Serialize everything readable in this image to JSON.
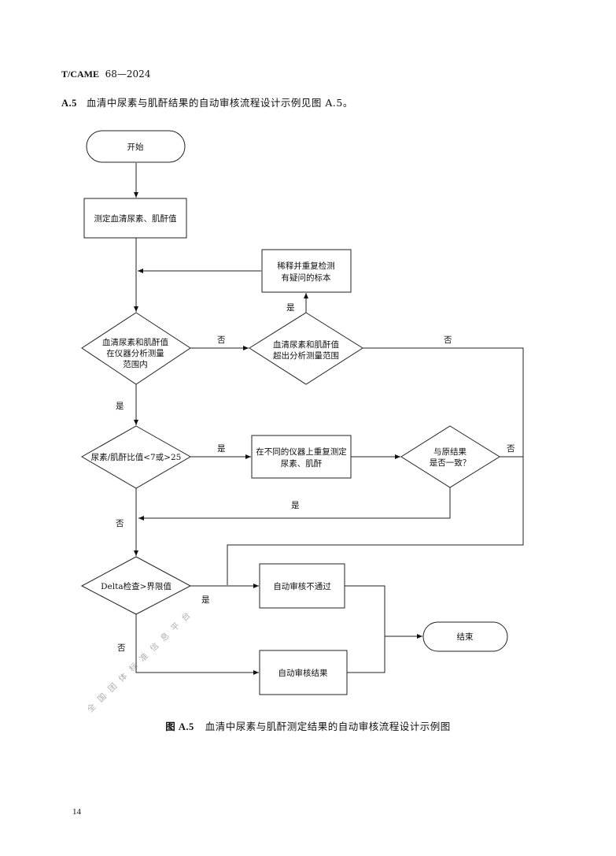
{
  "header": {
    "code": "T/CAME",
    "number": "68—2024"
  },
  "section": {
    "id": "A.5",
    "text": "血清中尿素与肌酐结果的自动审核流程设计示例见图 A.5。"
  },
  "flowchart": {
    "start": "开始",
    "measure": "测定血清尿素、肌酐值",
    "dilute": [
      "稀释并重复检测",
      "有疑问的标本"
    ],
    "in_range": [
      "血清尿素和肌酐值",
      "在仪器分析测量",
      "范围内"
    ],
    "out_range": [
      "血清尿素和肌酐值",
      "超出分析测量范围"
    ],
    "ratio": "尿素/肌酐比值<7或>25",
    "retest": [
      "在不同的仪器上重复测定",
      "尿素、肌酐"
    ],
    "consistent": [
      "与原结果",
      "是否一致？"
    ],
    "delta": "Delta检查>界限值",
    "fail": "自动审核不通过",
    "pass": "自动审核结果",
    "end": "结束",
    "yes": "是",
    "no": "否"
  },
  "watermark": "全国团体标准信息平台",
  "caption": {
    "id": "图 A.5",
    "text": "血清中尿素与肌酐测定结果的自动审核流程设计示例图"
  },
  "page_number": "14"
}
